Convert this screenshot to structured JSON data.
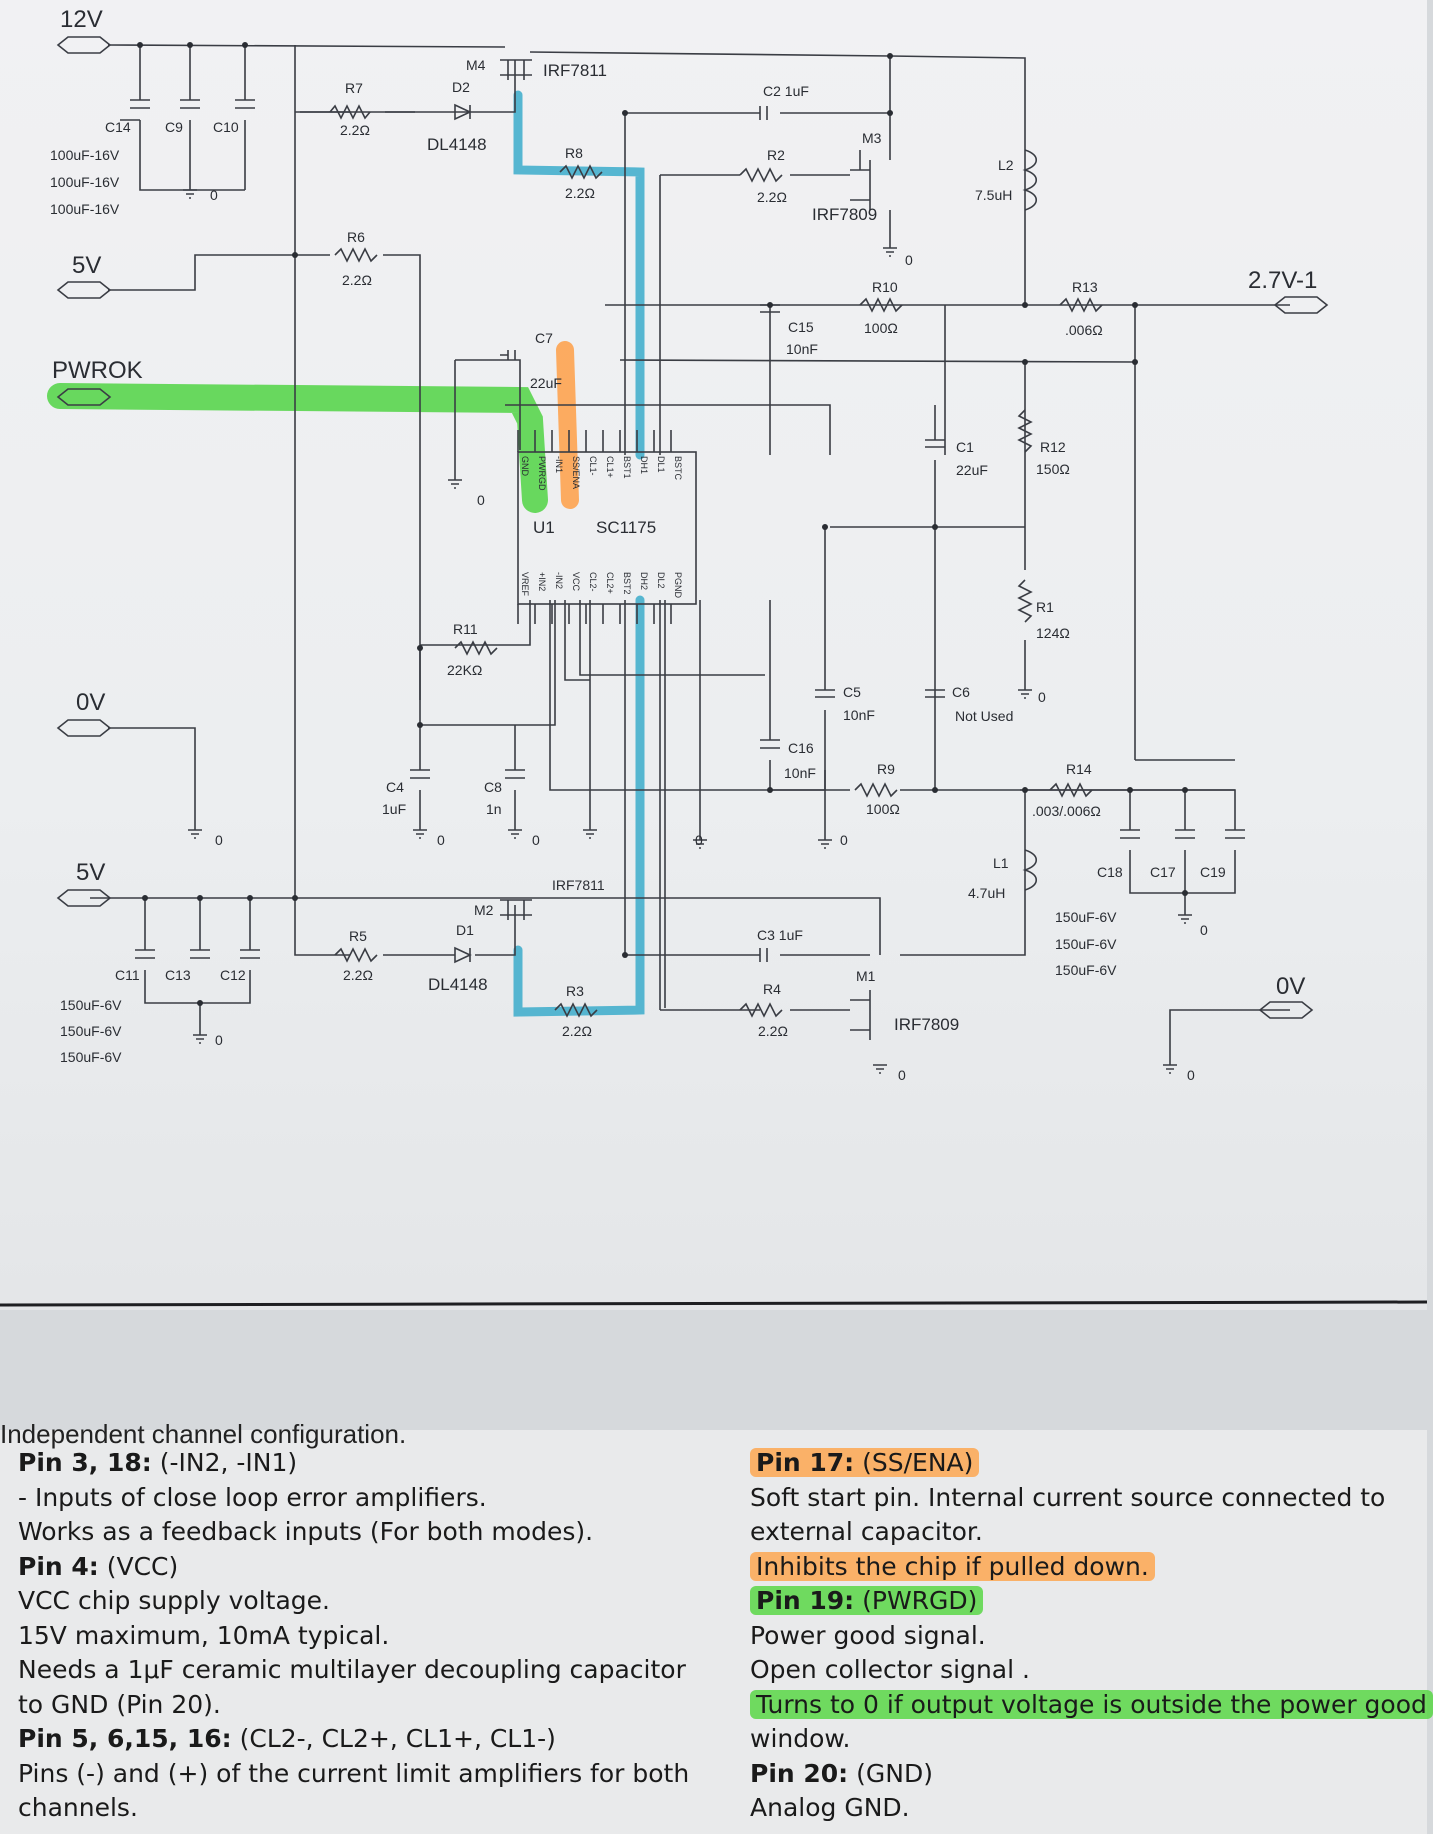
{
  "schematic": {
    "ports": {
      "v12": "12V",
      "v5_top": "5V",
      "pwrok": "PWROK",
      "v0_left": "0V",
      "v5_bottom": "5V",
      "v27": "2.7V-1",
      "v0_right": "0V"
    },
    "chip": {
      "ref": "U1",
      "part": "SC1175",
      "pins_top": [
        "GND",
        "PWRGD",
        "-IN1",
        "SS/ENA",
        "CL1-",
        "CL1+",
        "BST1",
        "DH1",
        "DL1",
        "BSTC"
      ],
      "pins_bottom": [
        "VREF",
        "+IN2",
        "-IN2",
        "VCC",
        "CL2-",
        "CL2+",
        "BST2",
        "DH2",
        "DL2",
        "PGND"
      ]
    },
    "parts": {
      "m4": "M4",
      "irf7811_top": "IRF7811",
      "d2": "D2",
      "dl4148_top": "DL4148",
      "r7": "R7",
      "r7v": "2.2Ω",
      "r8": "R8",
      "r8v": "2.2Ω",
      "c2": "C2  1uF",
      "m3": "M3",
      "r2": "R2",
      "r2v": "2.2Ω",
      "irf7809_top": "IRF7809",
      "l2": "L2",
      "l2v": "7.5uH",
      "c14": "C14",
      "c9": "C9",
      "c10": "C10",
      "cap_top_1": "100uF-16V",
      "cap_top_2": "100uF-16V",
      "cap_top_3": "100uF-16V",
      "r6": "R6",
      "r6v": "2.2Ω",
      "r10": "R10",
      "r10v": "100Ω",
      "r13": "R13",
      "r13v": ".006Ω",
      "c15": "C15",
      "c15v": "10nF",
      "c7": "C7",
      "c7v": "22uF",
      "c1": "C1",
      "c1v": "22uF",
      "r12": "R12",
      "r12v": "150Ω",
      "r1": "R1",
      "r1v": "124Ω",
      "r11": "R11",
      "r11v": "22KΩ",
      "c5": "C5",
      "c5v": "10nF",
      "c6": "C6",
      "c6v": "Not Used",
      "c16": "C16",
      "c16v": "10nF",
      "r9": "R9",
      "r9v": "100Ω",
      "r14": "R14",
      "r14v": ".003/.006Ω",
      "c4": "C4",
      "c4v": "1uF",
      "c8": "C8",
      "c8v": "1n",
      "l1": "L1",
      "l1v": "4.7uH",
      "c18": "C18",
      "c17": "C17",
      "c19": "C19",
      "cap_r_1": "150uF-6V",
      "cap_r_2": "150uF-6V",
      "cap_r_3": "150uF-6V",
      "irf7811_bot": "IRF7811",
      "m2": "M2",
      "d1": "D1",
      "dl4148_bot": "DL4148",
      "r5": "R5",
      "r5v": "2.2Ω",
      "c3": "C3   1uF",
      "r4": "R4",
      "r4v": "2.2Ω",
      "r3": "R3",
      "r3v": "2.2Ω",
      "m1": "M1",
      "irf7809_bot": "IRF7809",
      "c11": "C11",
      "c13": "C13",
      "c12": "C12",
      "cap_b_1": "150uF-6V",
      "cap_b_2": "150uF-6V",
      "cap_b_3": "150uF-6V",
      "gnd": "0"
    },
    "highlight_colors": {
      "green": "#46d23a",
      "orange": "#ff9a3c",
      "blue": "#2fa8c8"
    }
  },
  "doc": {
    "cut_line": "Independent channel configuration.",
    "left": [
      {
        "bold": "Pin 3, 18:",
        "rest": "  (-IN2, -IN1)"
      },
      {
        "text": "- Inputs of close loop error amplifiers."
      },
      {
        "text": "Works as a feedback inputs (For both modes)."
      },
      {
        "bold": "Pin 4:",
        "rest": "  (VCC)"
      },
      {
        "text": "VCC chip supply voltage."
      },
      {
        "text": "15V maximum, 10mA typical."
      },
      {
        "text": "Needs a 1μF ceramic multilayer decoupling   capacitor"
      },
      {
        "text": "to GND (Pin 20)."
      },
      {
        "bold": "Pin 5, 6,15, 16:",
        "rest": "  (CL2-, CL2+, CL1+, CL1-)"
      },
      {
        "text": "Pins (-) and (+) of the current limit amplifiers for both"
      },
      {
        "text": "channels."
      }
    ],
    "right": [
      {
        "bold": "Pin 17:",
        "rest": "  (SS/ENA)",
        "hl": "o"
      },
      {
        "text": "Soft start pin. Internal current source connected to"
      },
      {
        "text": "external capacitor."
      },
      {
        "text": "Inhibits the chip if pulled down.",
        "hl": "o"
      },
      {
        "bold": "Pin 19:",
        "rest": "  (PWRGD)",
        "hl": "g"
      },
      {
        "text": "Power good signal."
      },
      {
        "text": "Open collector signal ."
      },
      {
        "text": "Turns to 0 if output voltage is outside the power good",
        "hl": "g"
      },
      {
        "text": "window."
      },
      {
        "bold": "Pin 20:",
        "rest": "  (GND)"
      },
      {
        "text": "Analog GND."
      }
    ]
  }
}
